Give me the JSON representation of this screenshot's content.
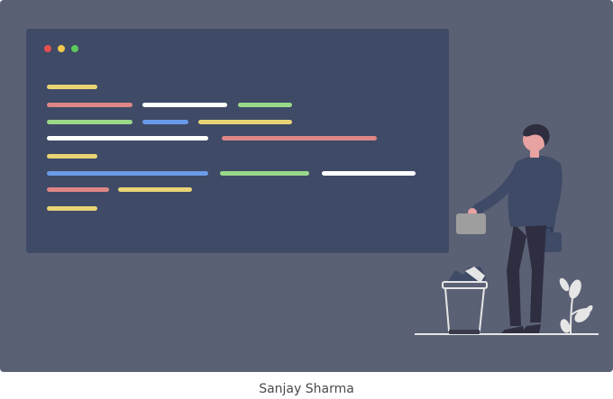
{
  "illustration": {
    "background_color": "#5b6175",
    "editor_color": "#3f4a66",
    "window_buttons": [
      {
        "name": "close",
        "color": "#e65050"
      },
      {
        "name": "minimize",
        "color": "#f2c94c"
      },
      {
        "name": "maximize",
        "color": "#5cc75c"
      }
    ],
    "code_line_colors": {
      "yellow": "#e8d475",
      "red": "#de8686",
      "white": "#ffffff",
      "green": "#9ad88a",
      "blue": "#6a9be8"
    },
    "figure_icons": [
      "person-icon",
      "trash-bin-icon",
      "plant-icon",
      "briefcase-icon"
    ]
  },
  "caption": "Sanjay Sharma"
}
